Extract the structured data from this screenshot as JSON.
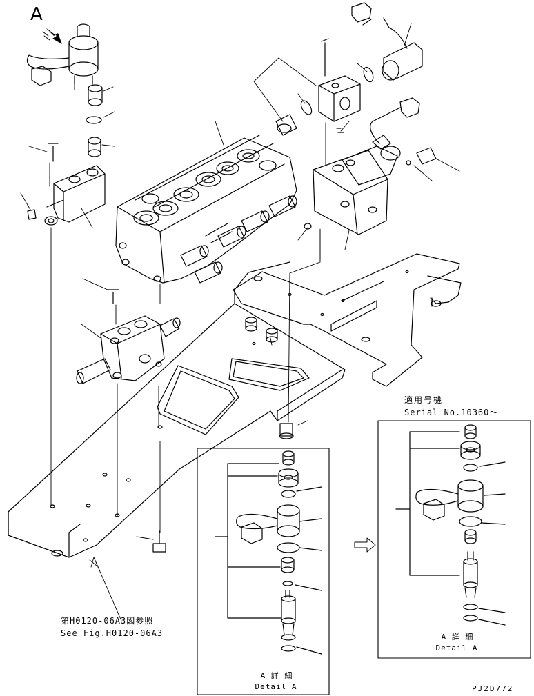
{
  "view_marker": "A",
  "serial_note": {
    "jp": "適用号機",
    "en": "Serial No.10360～"
  },
  "reference_note": {
    "jp": "第H0120-06A3図参照",
    "en": "See Fig.H0120-06A3"
  },
  "detail_left": {
    "jp": "A 詳 細",
    "en": "Detail A"
  },
  "detail_right": {
    "jp": "A 詳 細",
    "en": "Detail A"
  },
  "drawing_code": "PJ2D772"
}
